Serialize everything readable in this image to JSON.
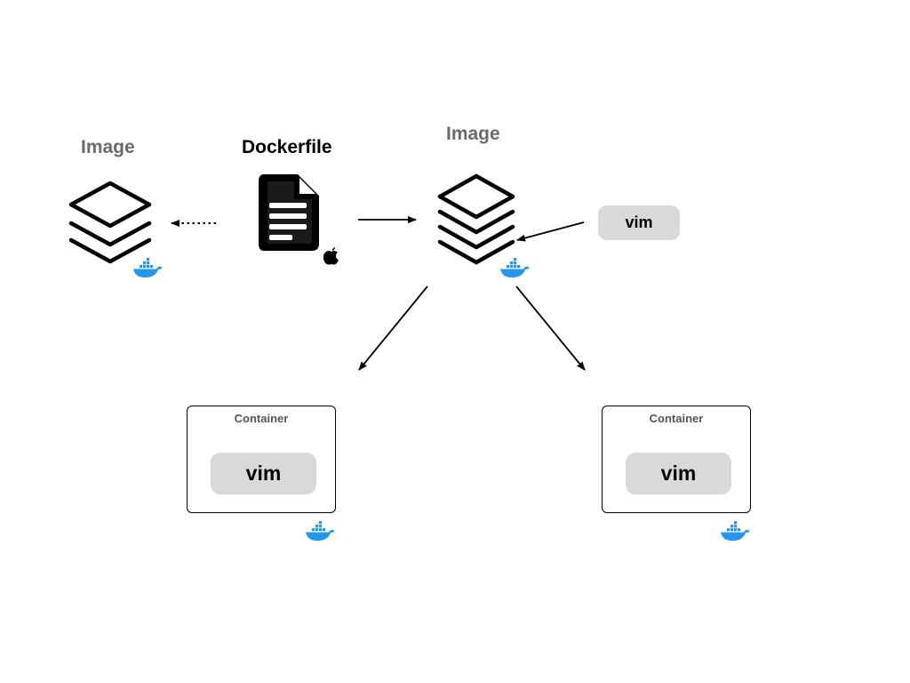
{
  "labels": {
    "image_left": "Image",
    "dockerfile": "Dockerfile",
    "image_center": "Image"
  },
  "vim_badge": "vim",
  "containers": [
    {
      "title": "Container",
      "content": "vim"
    },
    {
      "title": "Container",
      "content": "vim"
    }
  ],
  "colors": {
    "docker_blue": "#2496ED",
    "pill_gray": "#d9d9d9",
    "label_gray": "#6b6b6b"
  },
  "icons": [
    "layers-icon",
    "document-icon",
    "apple-icon",
    "docker-whale-icon"
  ]
}
